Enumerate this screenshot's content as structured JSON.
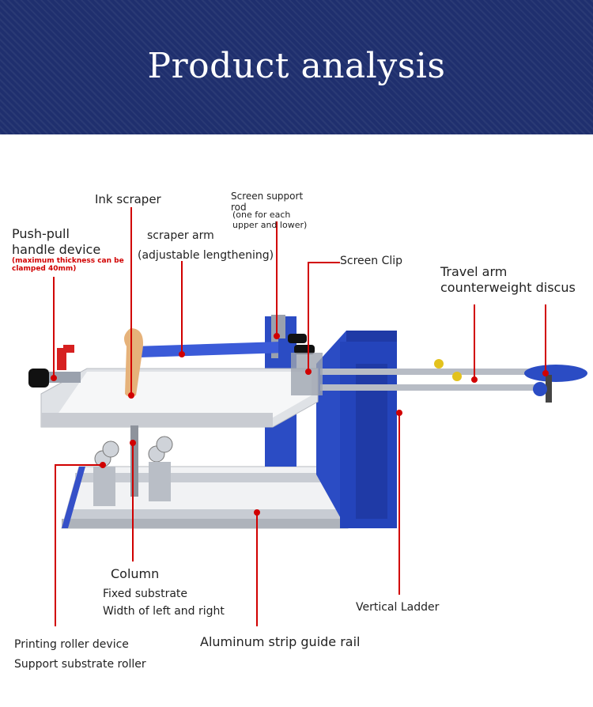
{
  "header": {
    "title": "Product analysis"
  },
  "labels": {
    "ink_scraper": "Ink scraper",
    "screen_support_rod_1": "Screen support",
    "screen_support_rod_2": "rod",
    "screen_support_rod_3": "(one for each",
    "screen_support_rod_4": "upper and lower)",
    "push_pull_1": "Push-pull",
    "push_pull_2": "handle device",
    "push_pull_note_1": "(maximum thickness can be",
    "push_pull_note_2": "clamped 40mm)",
    "scraper_arm": "scraper arm",
    "scraper_arm_note": "(adjustable lengthening)",
    "screen_clip": "Screen Clip",
    "travel_arm_1": "Travel arm",
    "travel_arm_2": "counterweight discus",
    "column": "Column",
    "fixed_substrate": "Fixed substrate",
    "width_left_right": "Width of left and right",
    "vertical_ladder": "Vertical Ladder",
    "printing_roller": "Printing roller device",
    "aluminum_rail": "Aluminum strip guide rail",
    "support_roller": "Support substrate roller"
  },
  "colors": {
    "banner": "#1f2f6e",
    "machine_blue": "#2b4cc4",
    "leader_red": "#d10000",
    "tray": "#dfe2e6"
  }
}
